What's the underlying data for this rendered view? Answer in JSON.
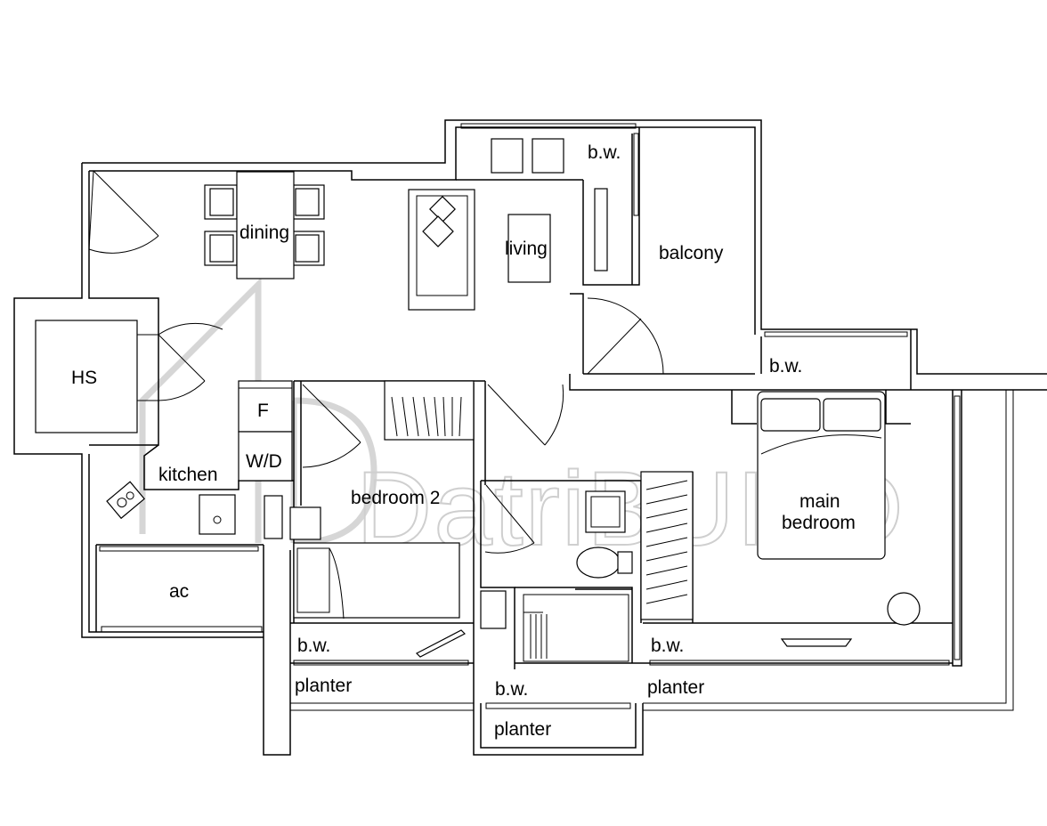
{
  "rooms": {
    "dining": "dining",
    "living": "living",
    "balcony": "balcony",
    "hs": "HS",
    "kitchen": "kitchen",
    "fridge": "F",
    "washer_dryer": "W/D",
    "ac": "ac",
    "bedroom2": "bedroom 2",
    "main_bedroom_line1": "main",
    "main_bedroom_line2": "bedroom",
    "bw_top": "b.w.",
    "bw_main_top": "b.w.",
    "bw_left": "b.w.",
    "bw_center": "b.w.",
    "bw_right": "b.w.",
    "planter_left": "planter",
    "planter_center": "planter",
    "planter_right": "planter"
  },
  "watermark": {
    "text": "DatriBUILD",
    "color": "#cfcfcf"
  }
}
